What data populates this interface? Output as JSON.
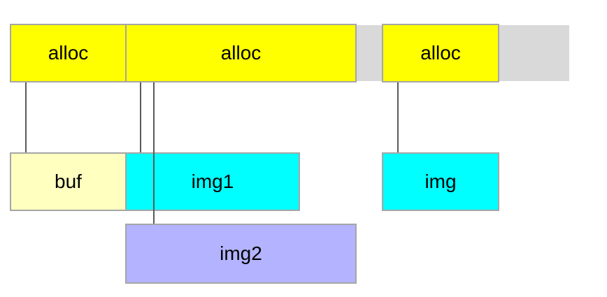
{
  "diagram": {
    "allocations": [
      {
        "label": "alloc"
      },
      {
        "label": "alloc"
      },
      {
        "label": "alloc"
      }
    ],
    "resources": [
      {
        "label": "buf",
        "color": "#ffffc0"
      },
      {
        "label": "img1",
        "color": "#00ffff"
      },
      {
        "label": "img2",
        "color": "#b3b3ff"
      },
      {
        "label": "img",
        "color": "#00ffff"
      }
    ],
    "colors": {
      "alloc": "#ffff00",
      "free_space": "#d9d9d9",
      "border": "#a6a6a6",
      "connector": "#5a5a5a"
    }
  }
}
